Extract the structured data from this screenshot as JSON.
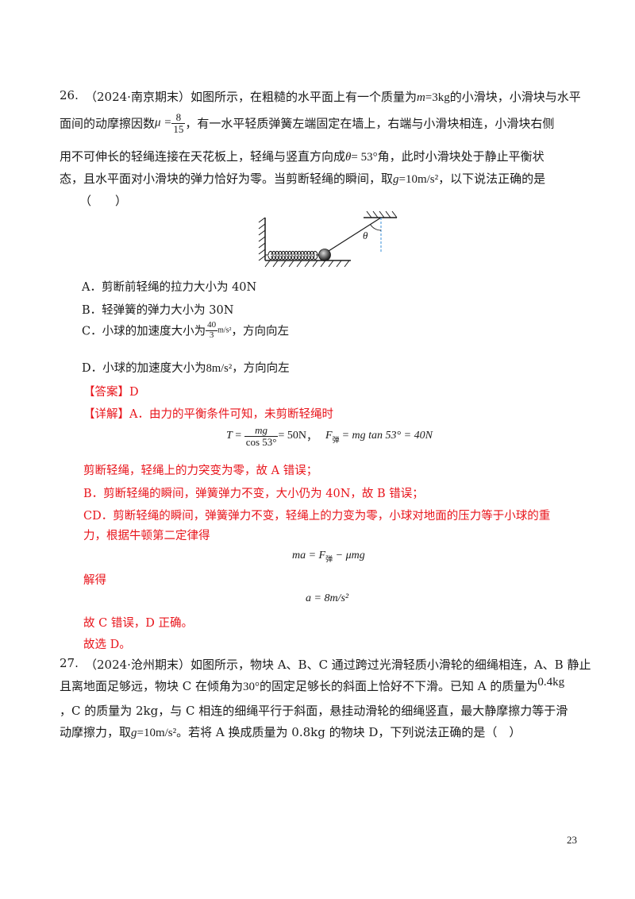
{
  "q26": {
    "number": "26.",
    "line1_a": "（2024·南京期末）如图所示，在粗糙的水平面上有一个质量为",
    "line1_math": "m",
    "line1_eq": "=3kg",
    "line1_b": "的小滑块，小滑块与水平",
    "line2_a": "面间的动摩擦因数",
    "mu_sym": "μ",
    "mu_num": "8",
    "mu_den": "15",
    "line2_b": "，有一水平轻质弹簧左端固定在墙上，右端与小滑块相连，小滑块右侧",
    "line3_a": "用不可伸长的轻绳连接在天花板上，轻绳与竖直方向成",
    "theta": "θ",
    "theta_val": "= 53°",
    "line3_b": "角，此时小滑块处于静止平衡状",
    "line4_a": "态，且水平面对小滑块的弹力恰好为零。当剪断轻绳的瞬间，取",
    "g": "g",
    "g_val": "=10m/s²",
    "line4_b": "，以下说法正确的是",
    "paren": "（　　）",
    "options": {
      "A": "A．剪断前轻绳的拉力大小为 40N",
      "B": "B．轻弹簧的弹力大小为 30N",
      "C_a": "C．小球的加速度大小为",
      "C_num": "40",
      "C_den": "3",
      "C_unit": "m/s²",
      "C_b": "，方向向左",
      "D_a": "D．小球的加速度大小为",
      "D_val": "8m/s²",
      "D_b": "，方向向左"
    },
    "answer": "【答案】D",
    "detail_head": "【详解】A．由力的平衡条件可知，未剪断轻绳时",
    "eq1_T": "T",
    "eq1_num": "mg",
    "eq1_den": "cos 53°",
    "eq1_res": "= 50N",
    "eq1_sep": "，",
    "eq2_F": "F",
    "eq2_sub": "弹",
    "eq2_rest": "= mg tan 53° = 40N",
    "lineA": "剪断轻绳，轻绳上的力突变为零，故 A 错误；",
    "lineB": "B．剪断轻绳的瞬间，弹簧弹力不变，大小仍为 40N，故 B 错误；",
    "lineCD1": "CD．剪断轻绳的瞬间，弹簧弹力不变，轻绳上的力变为零，小球对地面的压力等于小球的重",
    "lineCD2": "力，根据牛顿第二定律得",
    "eq3_left": "ma = F",
    "eq3_sub": "弹",
    "eq3_right": " − μmg",
    "jiede": "解得",
    "eq4": "a = 8m/s²",
    "conc1": "故 C 错误，D 正确。",
    "conc2": "故选 D。"
  },
  "q27": {
    "number": "27.",
    "line1_a": "（2024·沧州期末）如图所示，物块 A、B、C 通过跨过光滑轻质小滑轮的细绳相连，A、B 静止",
    "line2_a": "且离地面足够远，物块 C 在倾角为",
    "line2_angle": "30°",
    "line2_b": "的固定足够长的斜面上恰好不下滑。已知 A 的质量为",
    "line2_mass": "0.4kg",
    "line3": "，C 的质量为 2kg，与 C 相连的细绳平行于斜面，悬挂动滑轮的细绳竖直，最大静摩擦力等于滑",
    "line4_a": "动摩擦力，取",
    "g": "g",
    "g_val": "=10m/s²",
    "line4_b": "。若将 A 换成质量为 0.8kg 的物块 D，下列说法正确的是（　）"
  },
  "figure": {
    "theta_label": "θ"
  },
  "page_number": "23"
}
